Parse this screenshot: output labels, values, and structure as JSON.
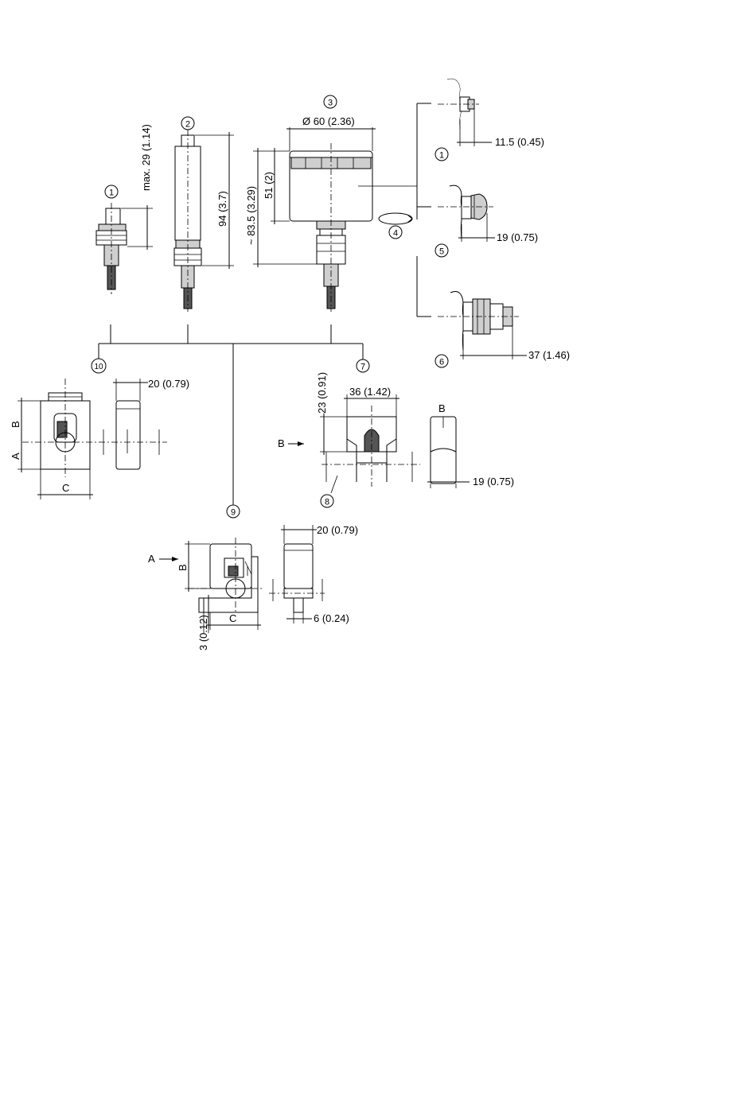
{
  "callouts": {
    "c1_small_sensor": "1",
    "c2_long_sensor": "2",
    "c3_housing_sensor": "3",
    "c4_rotation": "4",
    "c1_right": "1",
    "c5_right": "5",
    "c6_right": "6",
    "c7_bracket": "7",
    "c8_bracket": "8",
    "c9_bracket": "9",
    "c10_bracket": "10"
  },
  "dimensions": {
    "small_sensor_height": "max. 29 (1.14)",
    "long_sensor_height": "94 (3.7)",
    "housing_diameter": "Ø 60 (2.36)",
    "housing_height": "51 (2)",
    "housing_total_height": "~ 83.5 (3.29)",
    "cap1_length": "11.5 (0.45)",
    "cap5_length": "19 (0.75)",
    "cap6_length": "37 (1.46)",
    "b10_width": "20 (0.79)",
    "b7_height": "23 (0.91)",
    "b7_width": "36 (1.42)",
    "b7_side_width": "19 (0.75)",
    "b9_width": "20 (0.79)",
    "b9_offset": "3 (0.12)",
    "b9_slot": "6 (0.24)"
  },
  "view_labels": {
    "b10_a": "A",
    "b10_b": "B",
    "b10_c": "C",
    "b7_b_arrow": "B",
    "b7_b_side": "B",
    "b9_a_arrow": "A",
    "b9_b": "B",
    "b9_c": "C"
  }
}
